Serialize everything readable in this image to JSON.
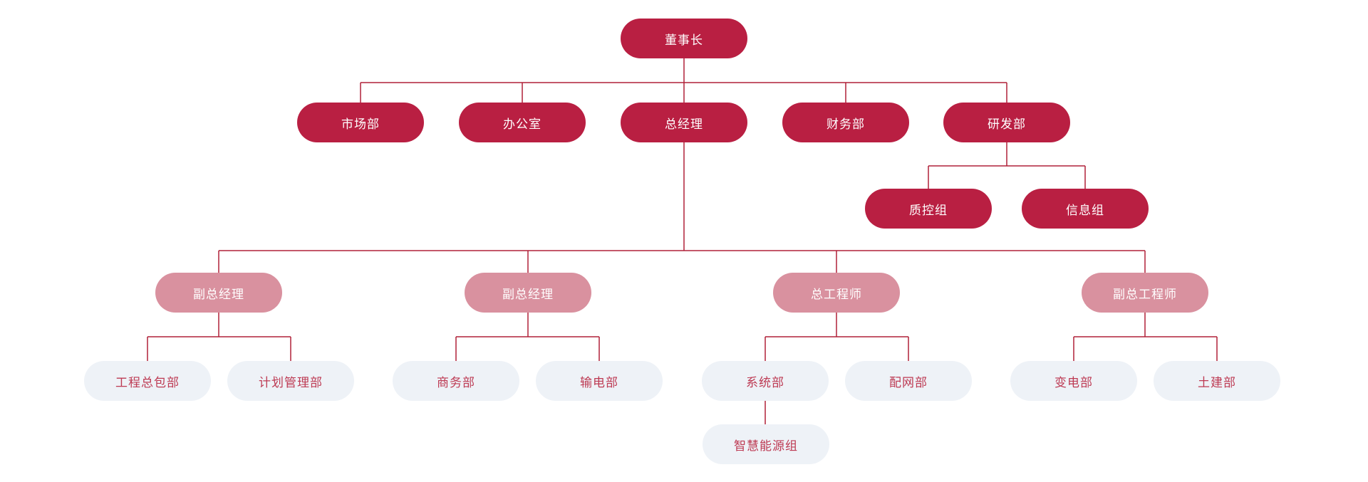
{
  "palette": {
    "dark": "#b91f42",
    "mid": "#d9919f",
    "light": "#eef2f7",
    "light_text": "#bd3a53",
    "line": "#b02038",
    "text_on_fill": "#ffffff"
  },
  "diagram_type": "org-chart",
  "nodes": [
    {
      "label": "董事长",
      "tier": "dark",
      "level": 1,
      "parent": null
    },
    {
      "label": "市场部",
      "tier": "dark",
      "level": 2,
      "parent": 0
    },
    {
      "label": "办公室",
      "tier": "dark",
      "level": 2,
      "parent": 0
    },
    {
      "label": "总经理",
      "tier": "dark",
      "level": 2,
      "parent": 0
    },
    {
      "label": "财务部",
      "tier": "dark",
      "level": 2,
      "parent": 0
    },
    {
      "label": "研发部",
      "tier": "dark",
      "level": 2,
      "parent": 0
    },
    {
      "label": "质控组",
      "tier": "dark",
      "level": 3,
      "parent": 5
    },
    {
      "label": "信息组",
      "tier": "dark",
      "level": 3,
      "parent": 5
    },
    {
      "label": "副总经理",
      "tier": "mid",
      "level": 3,
      "parent": 3
    },
    {
      "label": "副总经理",
      "tier": "mid",
      "level": 3,
      "parent": 3
    },
    {
      "label": "总工程师",
      "tier": "mid",
      "level": 3,
      "parent": 3
    },
    {
      "label": "副总工程师",
      "tier": "mid",
      "level": 3,
      "parent": 3
    },
    {
      "label": "工程总包部",
      "tier": "light",
      "level": 4,
      "parent": 8
    },
    {
      "label": "计划管理部",
      "tier": "light",
      "level": 4,
      "parent": 8
    },
    {
      "label": "商务部",
      "tier": "light",
      "level": 4,
      "parent": 9
    },
    {
      "label": "输电部",
      "tier": "light",
      "level": 4,
      "parent": 9
    },
    {
      "label": "系统部",
      "tier": "light",
      "level": 4,
      "parent": 10
    },
    {
      "label": "配网部",
      "tier": "light",
      "level": 4,
      "parent": 10
    },
    {
      "label": "变电部",
      "tier": "light",
      "level": 4,
      "parent": 11
    },
    {
      "label": "土建部",
      "tier": "light",
      "level": 4,
      "parent": 11
    },
    {
      "label": "智慧能源组",
      "tier": "light",
      "level": 5,
      "parent": 16
    }
  ]
}
